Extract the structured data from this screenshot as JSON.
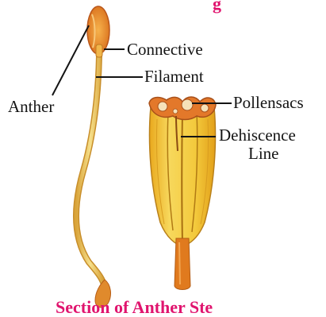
{
  "diagram": {
    "labels": {
      "anther": "Anther",
      "connective": "Connective",
      "filament": "Filament",
      "pollensacs": "Pollensacs",
      "dehiscence_line_1": "Dehiscence",
      "dehiscence_line_2": "Line"
    },
    "caption_top_partial": "g",
    "caption_bottom_partial": "Section of Anther Ste",
    "colors": {
      "accent_caption": "#e0146e",
      "anther_orange": "#e8882c",
      "filament_yellow": "#f2cf62",
      "anther_body_yellow": "#f3c93c",
      "stalk_orange": "#e07a1e",
      "label_text": "#141414"
    }
  }
}
